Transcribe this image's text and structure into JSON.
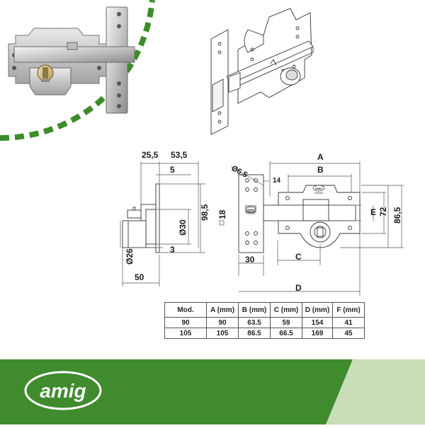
{
  "dimensions_side": {
    "top_left": "25,5",
    "top_right": "53,5",
    "five": "5",
    "height": "98,5",
    "eighteen": "18",
    "dia30": "Ø30",
    "three": "3",
    "dia26": "Ø26",
    "fifty": "50"
  },
  "dimensions_front": {
    "dia65": "Ø6.5",
    "a": "A",
    "b": "B",
    "fourteen": "14",
    "e": "E",
    "seventy_two": "72",
    "eighty_six": "86,5",
    "thirty": "30",
    "c": "C",
    "d": "D"
  },
  "lock_stamp": {
    "brand": "AMIG",
    "origin": "SPAIN"
  },
  "spec_table": {
    "headers": [
      "Mod.",
      "A (mm)",
      "B (mm)",
      "C (mm)",
      "D (mm)",
      "F (mm)"
    ],
    "rows": [
      [
        "90",
        "90",
        "63.5",
        "59",
        "154",
        "41"
      ],
      [
        "105",
        "105",
        "86.5",
        "66.5",
        "169",
        "45"
      ]
    ]
  },
  "brand": {
    "logo_text": "amig"
  },
  "colors": {
    "green_dark": "#3f8b2e",
    "green_light": "#c9ddb8",
    "dashed_arc": "#3d8c2a"
  }
}
